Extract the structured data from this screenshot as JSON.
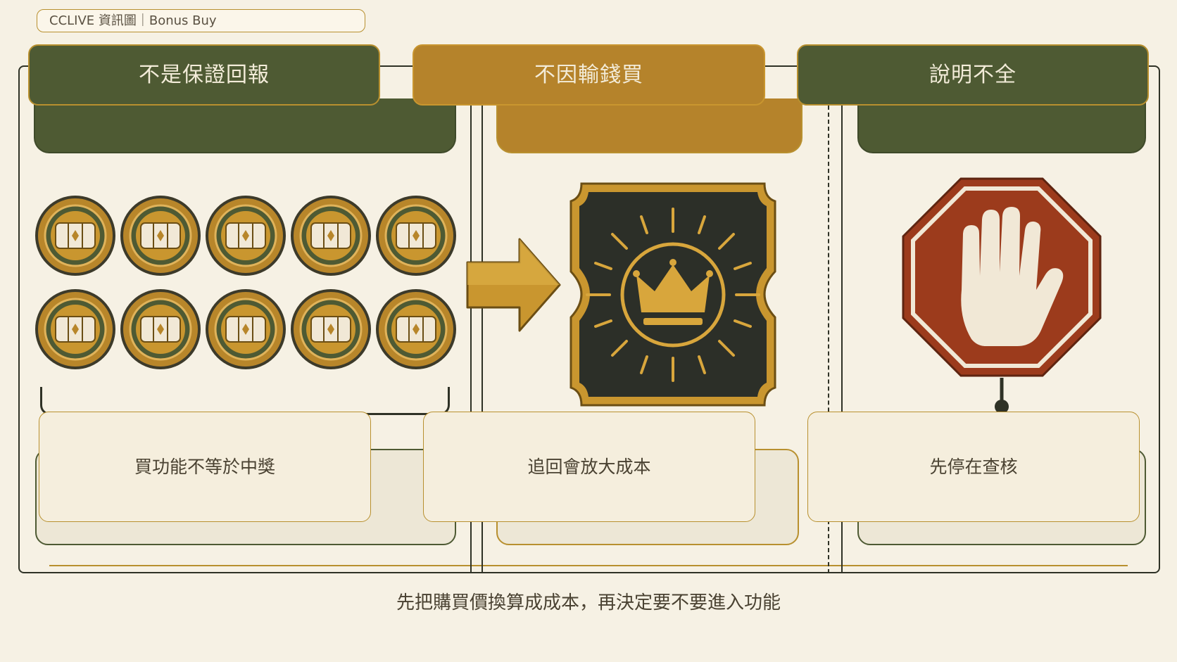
{
  "tag_label": "CCLIVE 資訊圖｜Bonus Buy",
  "panels": [
    {
      "title": "不是保證回報",
      "card": "買功能不等於中獎"
    },
    {
      "title": "不因輸錢買",
      "card": "追回會放大成本"
    },
    {
      "title": "說明不全",
      "card": "先停在查核"
    }
  ],
  "caption": "先把購買價換算成成本，再決定要不要進入功能",
  "colors": {
    "green": "#4e5a33",
    "gold": "#b5832b",
    "cream": "#f6f1e4",
    "stop_red": "#9c3b1c"
  },
  "icons": [
    "slot-coin-icon",
    "arrow-right-icon",
    "crown-ticket-icon",
    "stop-hand-icon"
  ]
}
